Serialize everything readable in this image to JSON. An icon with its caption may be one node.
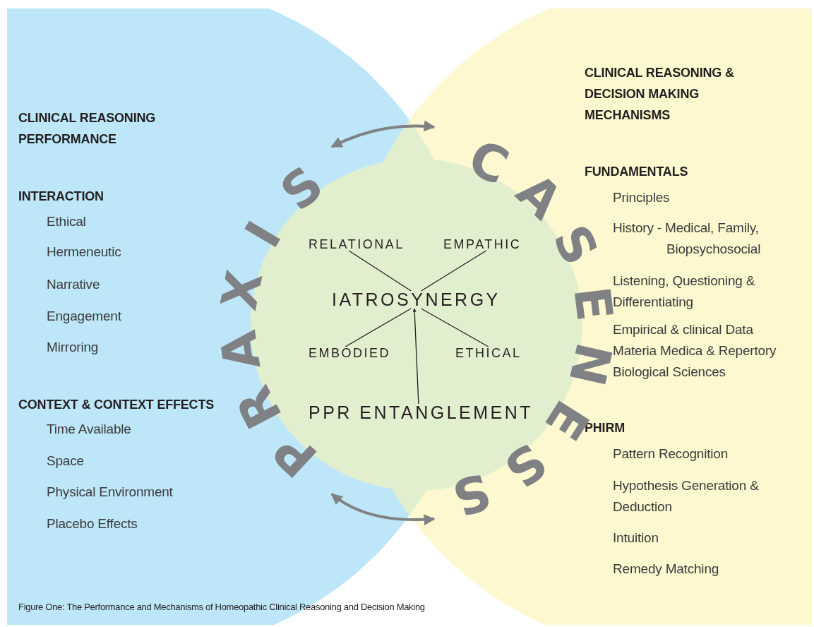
{
  "diagram": {
    "caption": "Figure One: The Performance and Mechanisms of Homeopathic Clinical Reasoning and Decision Making",
    "nodes": [
      {
        "text": [],
        "shape": "circle"
      },
      {
        "text": [
          "PRAXIS"
        ]
      },
      {
        "text": [
          "CASENESS"
        ]
      },
      {
        "text": [
          "RELATIONAL"
        ],
        "in": 0
      },
      {
        "text": [
          "EMPATHIC"
        ],
        "in": 0
      },
      {
        "text": [
          "IATROSYNERGY"
        ],
        "in": 0
      },
      {
        "text": [
          "EMBODIED"
        ],
        "in": 0
      },
      {
        "text": [
          "ETHICAL"
        ],
        "in": 0
      },
      {
        "text": [
          "PPR ENTANGLEMENT"
        ],
        "in": 0
      }
    ],
    "edges": [
      {
        "from": 1,
        "to": 2,
        "arrow": "both",
        "style": "thick",
        "color": "#808184"
      },
      {
        "from": 1,
        "to": 2,
        "arrow": "both",
        "style": "thick",
        "color": "#808184"
      },
      {
        "from": 3,
        "to": 5,
        "arrow": "none"
      },
      {
        "from": 4,
        "to": 5,
        "arrow": "none"
      },
      {
        "from": 6,
        "to": 5,
        "arrow": "none"
      },
      {
        "from": 7,
        "to": 5,
        "arrow": "none"
      },
      {
        "from": 8,
        "to": 5,
        "arrow": "to"
      }
    ],
    "labels": [
      "CLINICAL REASONING PERFORMANCE",
      "INTERACTION",
      "Ethical",
      "Hermeneutic",
      "Narrative",
      "Engagement",
      "Mirroring",
      "CONTEXT & CONTEXT EFFECTS",
      "Time Available",
      "Space",
      "Physical Environment",
      "Placebo Effects",
      "CLINICAL REASONING & DECISION MAKING MECHANISMS",
      "FUNDAMENTALS",
      "Principles",
      "History - Medical, Family, Biopsychosocial",
      "Listening, Questioning & Differentiating",
      "Empirical & clinical Data",
      "Materia Medica & Repertory",
      "Biological Sciences",
      "PHIRM",
      "Pattern Recognition",
      "Hypothesis Generation & Deduction",
      "Intuition",
      "Remedy Matching"
    ]
  }
}
